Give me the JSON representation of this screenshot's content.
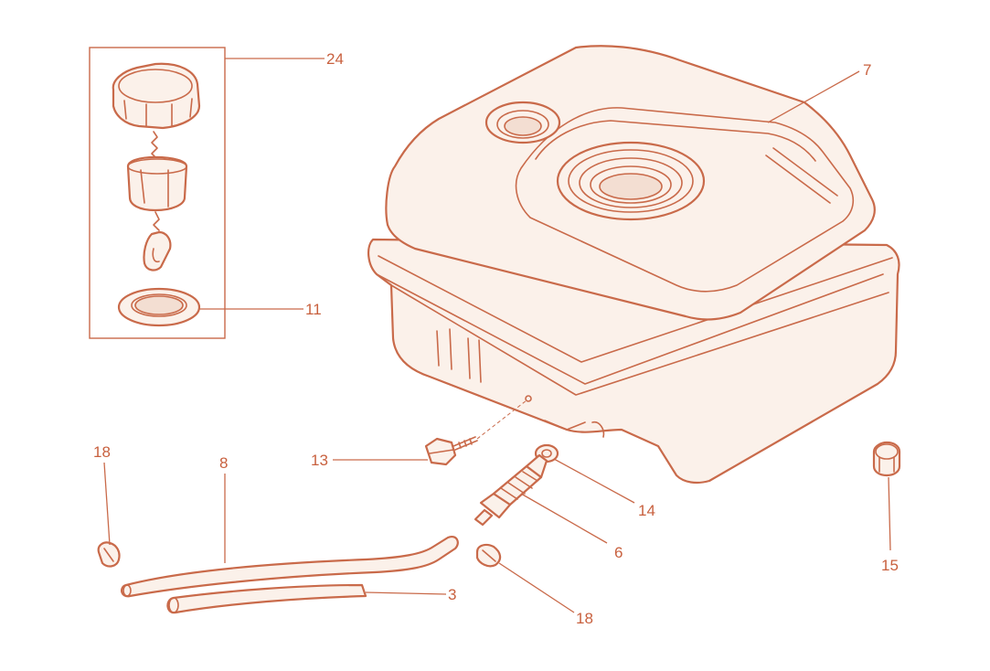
{
  "colors": {
    "line": "#c96a4a",
    "label": "#c8603e",
    "fill": "#fbf1ea",
    "background": "#ffffff"
  },
  "parts": [
    {
      "id": "fuel-tank",
      "callout": "7"
    },
    {
      "id": "filler-cap-assembly",
      "callout": "24"
    },
    {
      "id": "cap-gasket",
      "callout": "11"
    },
    {
      "id": "fuel-line-long",
      "callout": "8"
    },
    {
      "id": "fuel-line-short",
      "callout": "3"
    },
    {
      "id": "hose-clip-left",
      "callout": "18"
    },
    {
      "id": "hose-clip-right",
      "callout": "18"
    },
    {
      "id": "mounting-bolt",
      "callout": "13"
    },
    {
      "id": "washer",
      "callout": "14"
    },
    {
      "id": "fuel-valve",
      "callout": "6"
    },
    {
      "id": "cap-nut",
      "callout": "15"
    }
  ]
}
